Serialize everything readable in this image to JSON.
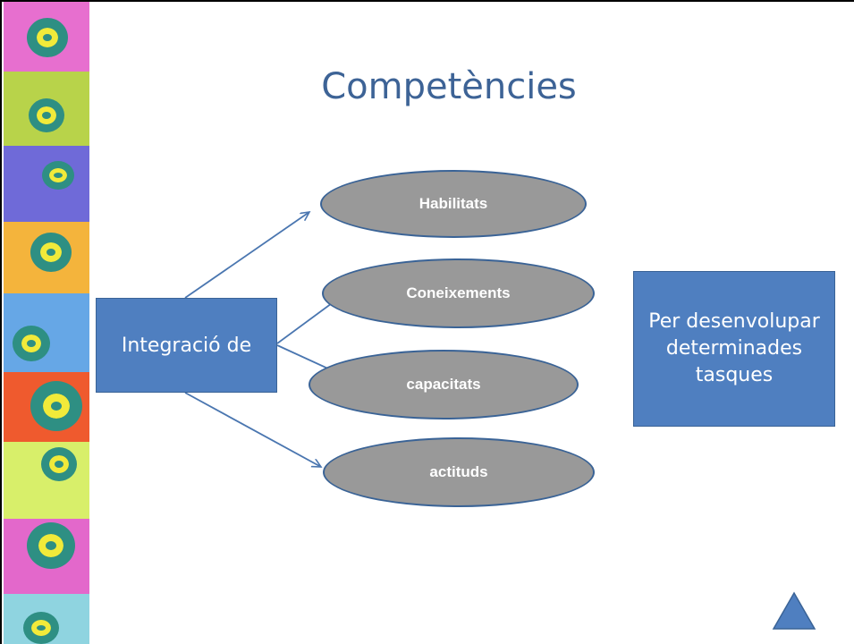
{
  "slide": {
    "title": "Competències",
    "source_box": "Integració de",
    "targets": [
      {
        "label": "Habilitats"
      },
      {
        "label": "Coneixements"
      },
      {
        "label": "capacitats"
      },
      {
        "label": "actituds"
      }
    ],
    "purpose_box": "Per desenvolupar determinades tasques"
  },
  "colors": {
    "title": "#3d6396",
    "box_fill": "#4f7fc0",
    "box_border": "#3a6396",
    "oval_fill": "#999999",
    "arrow": "#4a76b0"
  },
  "icons": {
    "decoration": "concentric-rings",
    "navigation": "up-triangle"
  }
}
